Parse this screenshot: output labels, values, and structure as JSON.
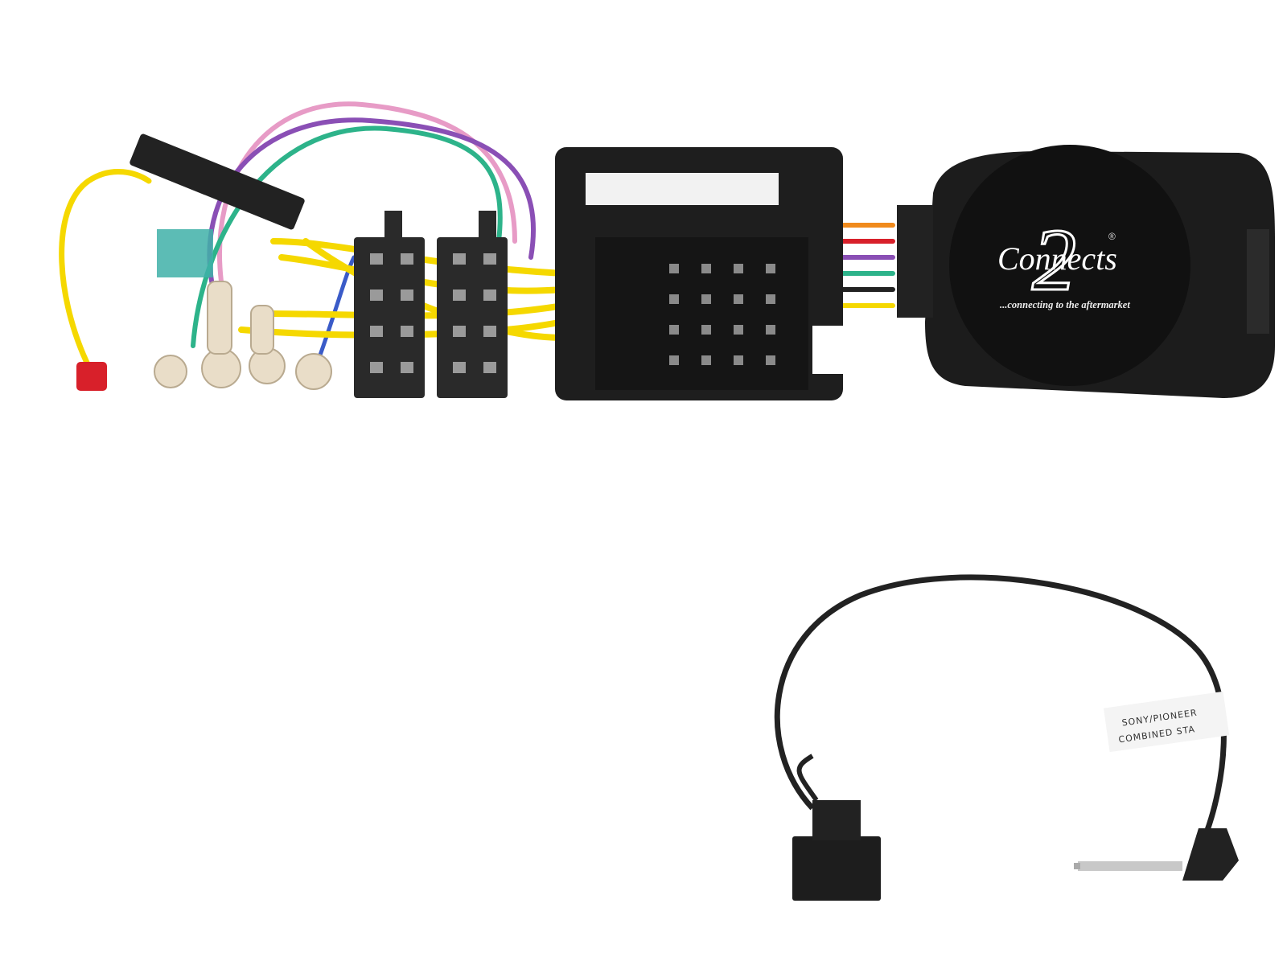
{
  "product": {
    "module": {
      "logo_brand": "Connects",
      "logo_number": "2",
      "logo_mark": "®",
      "tagline": "...connecting to the aftermarket"
    },
    "patch_lead": {
      "label_line1": "SONY/PIONEER",
      "label_line2": "COMBINED STA"
    }
  },
  "colors": {
    "wire_yellow": "#f5d800",
    "wire_pink": "#e79bc6",
    "wire_purple": "#8a4fb5",
    "wire_green": "#2db38a",
    "wire_blue": "#3a5bc8",
    "wire_orange": "#f08a1c",
    "wire_red": "#d8202a",
    "plastic_black": "#1e1e1e"
  }
}
